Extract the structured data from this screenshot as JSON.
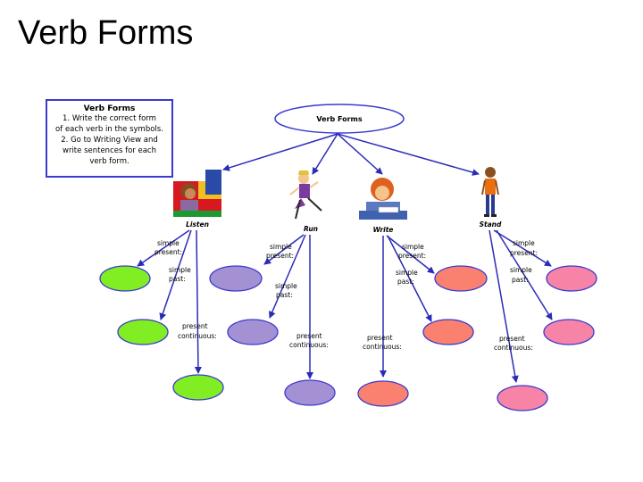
{
  "slide": {
    "title": "Verb Forms"
  },
  "instructions": {
    "heading": "Verb Forms",
    "lines": [
      "1. Write the correct form",
      "of each verb in the symbols.",
      "2. Go to Writing View and",
      "write sentences for each",
      "verb form."
    ]
  },
  "diagram": {
    "root_label": "Verb Forms",
    "form_labels": {
      "simple_present": [
        "simple",
        "present:"
      ],
      "simple_past": [
        "simple",
        "past:"
      ],
      "present_continuous": [
        "present",
        "continuous:"
      ]
    },
    "verbs": [
      {
        "name": "Listen",
        "color": "#80ee22",
        "icon": "girl-listening-icon"
      },
      {
        "name": "Run",
        "color": "#a491d3",
        "icon": "girl-running-icon"
      },
      {
        "name": "Write",
        "color": "#fa8070",
        "icon": "girl-writing-icon"
      },
      {
        "name": "Stand",
        "color": "#f783a6",
        "icon": "boy-standing-icon"
      }
    ]
  },
  "colors": {
    "arrow": "#2b2bb8",
    "outline": "#3a3ad0"
  }
}
